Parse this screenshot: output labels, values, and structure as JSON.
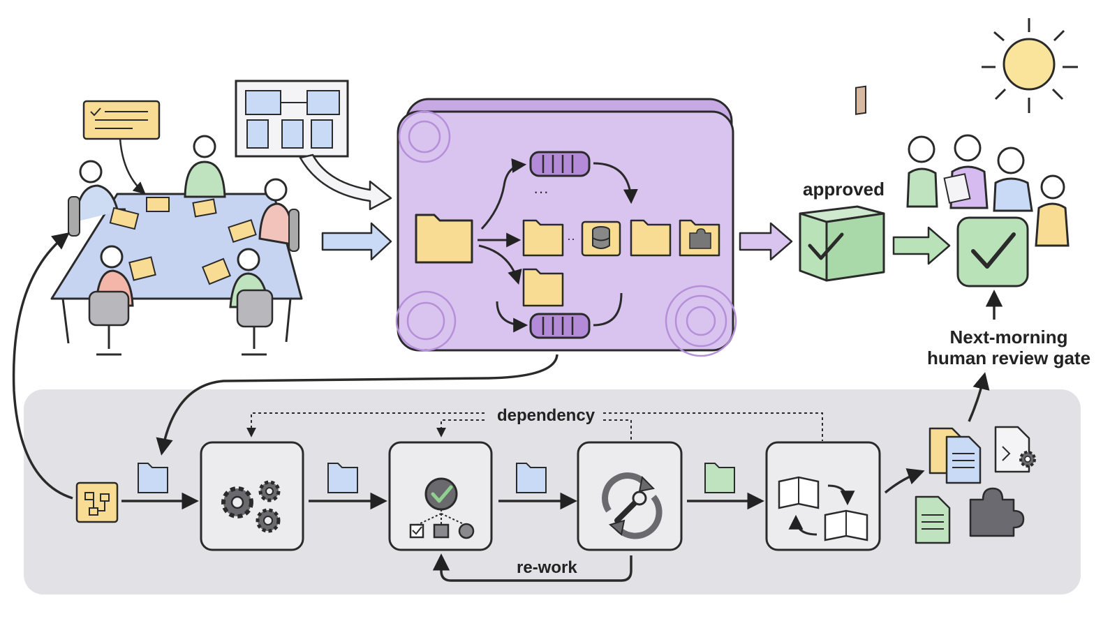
{
  "labels": {
    "approved": "approved",
    "review_gate_line1": "Next-morning",
    "review_gate_line2": "human review gate",
    "dependency": "dependency",
    "rework": "re-work"
  },
  "pipeline_stage_icons": [
    "gears-icon",
    "task-graph-icon",
    "wrench-cycle-icon",
    "books-swap-icon"
  ],
  "colors": {
    "ink": "#2a2a2a",
    "purple_container": "#d9c3ef",
    "purple_accent": "#9a6cc4",
    "folder_yellow": "#f8dc93",
    "folder_blue": "#c8daf6",
    "green_check": "#b9e2b9",
    "table_blue": "#c6d4f1",
    "pipeline_band": "#e2e2e6",
    "sun": "#fae39a"
  }
}
